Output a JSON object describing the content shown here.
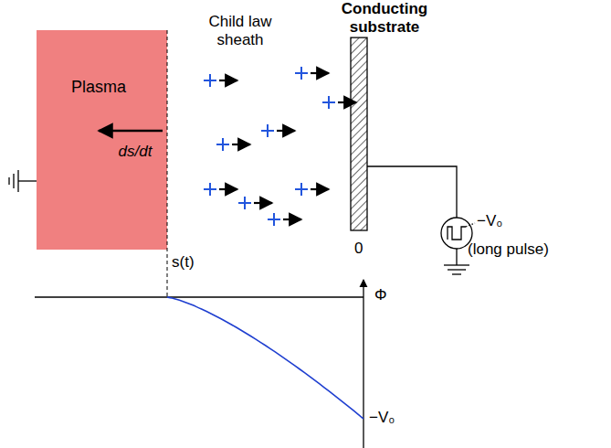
{
  "diagram": {
    "nodes": [
      {
        "text": [
          "Plasma"
        ]
      },
      {
        "text": [
          "Conducting substrate"
        ]
      }
    ],
    "labels": [
      "Child law sheath",
      "ds/dt",
      "s(t)",
      "0",
      "−V₀",
      "(long pulse)",
      "Φ",
      "−V₀"
    ]
  }
}
